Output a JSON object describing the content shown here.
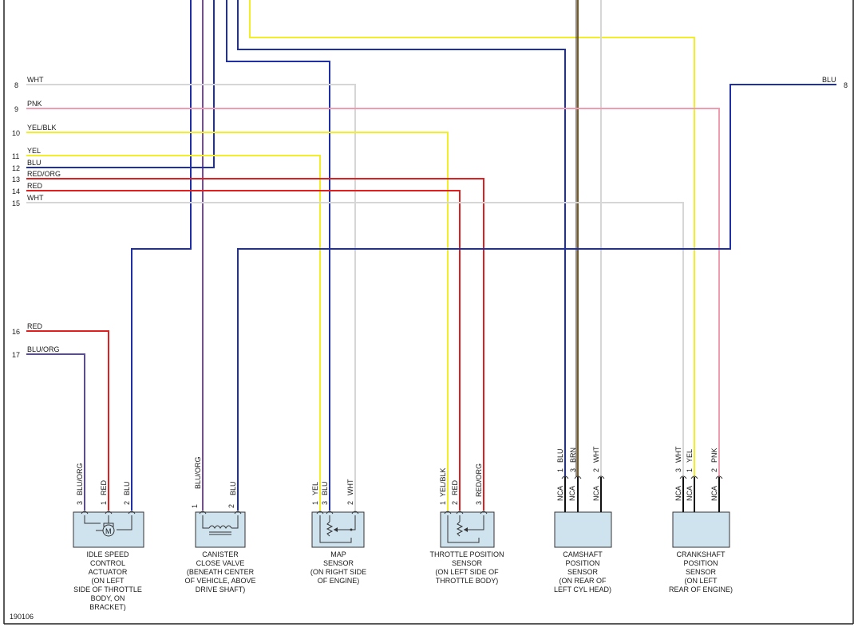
{
  "diagram_id": "190106",
  "wire_colors": {
    "BLU": "#1f2fa8",
    "YEL": "#f2ee2a",
    "RED": "#e02020",
    "PNK": "#f09bb0",
    "WHT": "#d6d6d6",
    "BRN": "#7a5a1e",
    "PUR": "#7a4aa0",
    "BLK": "#000000"
  },
  "left_terminals": [
    {
      "num": "8",
      "color": "WHT"
    },
    {
      "num": "9",
      "color": "PNK"
    },
    {
      "num": "10",
      "color": "YEL/BLK"
    },
    {
      "num": "11",
      "color": "YEL"
    },
    {
      "num": "12",
      "color": "BLU"
    },
    {
      "num": "13",
      "color": "RED/ORG"
    },
    {
      "num": "14",
      "color": "RED"
    },
    {
      "num": "15",
      "color": "WHT"
    },
    {
      "num": "16",
      "color": "RED"
    },
    {
      "num": "17",
      "color": "BLU/ORG"
    }
  ],
  "right_terminal": {
    "num": "8",
    "color": "BLU"
  },
  "components": {
    "idle_speed": {
      "caption": [
        "IDLE SPEED",
        "CONTROL",
        "ACTUATOR",
        "(ON LEFT",
        "SIDE OF THROTTLE",
        "BODY, ON",
        "BRACKET)"
      ],
      "pins": [
        {
          "num": "3",
          "color": "BLU/ORG"
        },
        {
          "num": "1",
          "color": "RED"
        },
        {
          "num": "2",
          "color": "BLU"
        }
      ],
      "symbol": "M"
    },
    "canister": {
      "caption": [
        "CANISTER",
        "CLOSE VALVE",
        "(BENEATH CENTER",
        "OF VEHICLE, ABOVE",
        "DRIVE SHAFT)"
      ],
      "pins": [
        {
          "num": "1",
          "color": "BLU/ORG"
        },
        {
          "num": "2",
          "color": "BLU"
        }
      ]
    },
    "map_sensor": {
      "caption": [
        "MAP",
        "SENSOR",
        "(ON RIGHT SIDE",
        "OF ENGINE)"
      ],
      "pins": [
        {
          "num": "1",
          "color": "YEL"
        },
        {
          "num": "3",
          "color": "BLU"
        },
        {
          "num": "2",
          "color": "WHT"
        }
      ]
    },
    "tps": {
      "caption": [
        "THROTTLE POSITION",
        "SENSOR",
        "(ON LEFT SIDE OF",
        "THROTTLE BODY)"
      ],
      "pins": [
        {
          "num": "1",
          "color": "YEL/BLK"
        },
        {
          "num": "2",
          "color": "RED"
        },
        {
          "num": "3",
          "color": "RED/ORG"
        }
      ]
    },
    "camshaft": {
      "caption": [
        "CAMSHAFT",
        "POSITION",
        "SENSOR",
        "(ON REAR OF",
        "LEFT CYL HEAD)"
      ],
      "pins": [
        {
          "num": "1",
          "color": "BLU"
        },
        {
          "num": "3",
          "color": "BRN"
        },
        {
          "num": "2",
          "color": "WHT"
        }
      ],
      "nca": [
        "NCA",
        "NCA",
        "NCA"
      ]
    },
    "crankshaft": {
      "caption": [
        "CRANKSHAFT",
        "POSITION",
        "SENSOR",
        "(ON LEFT",
        "REAR OF ENGINE)"
      ],
      "pins": [
        {
          "num": "3",
          "color": "WHT"
        },
        {
          "num": "1",
          "color": "YEL"
        },
        {
          "num": "2",
          "color": "PNK"
        }
      ],
      "nca": [
        "NCA",
        "NCA",
        "NCA"
      ]
    }
  }
}
